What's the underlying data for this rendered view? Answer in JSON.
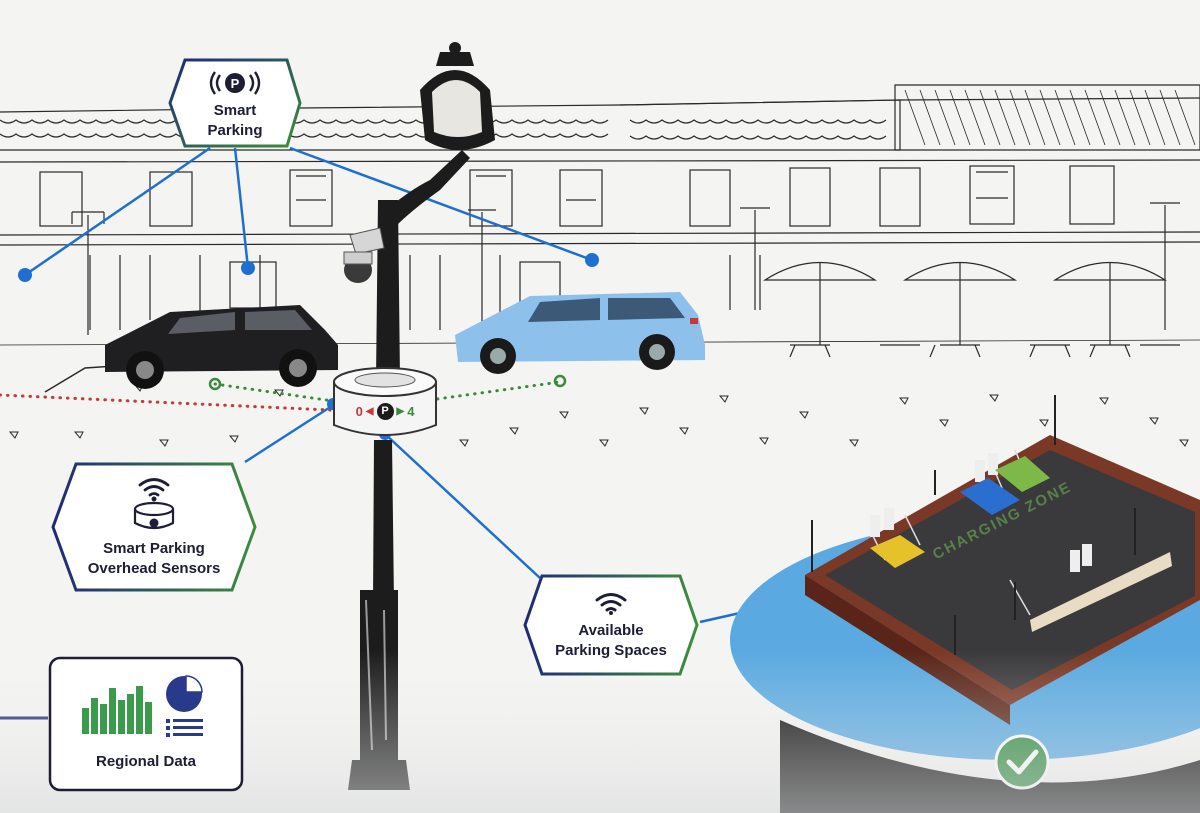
{
  "callouts": {
    "smart_parking": {
      "line1": "Smart",
      "line2": "Parking"
    },
    "overhead_sensors": {
      "line1": "Smart Parking",
      "line2": "Overhead Sensors"
    },
    "available_spaces": {
      "line1": "Available",
      "line2": "Parking Spaces"
    },
    "regional_data": {
      "label": "Regional Data"
    }
  },
  "sensor_counter": {
    "left": "0",
    "symbol": "P",
    "right": "4"
  },
  "parking_lot": {
    "zone_label": "CHARGING ZONE"
  },
  "colors": {
    "connector_blue": "#1e6fd0",
    "frame_navy": "#1f2a78",
    "frame_green": "#3c8f3c",
    "bar_green": "#3b9a4b",
    "pie_navy": "#2a3a8a",
    "car_dark": "#1f1f22",
    "car_light": "#8ec0ec",
    "lot_water": "#5aa9e0",
    "lot_asphalt": "#3a3a3d",
    "lot_border": "#7a3826",
    "check_green": "#2f8a3e",
    "dot_red": "#c73838",
    "dot_green": "#3b8a3b"
  },
  "icons": {
    "smart_parking": "signal-parking-icon",
    "overhead_sensor": "wifi-sensor-icon",
    "available_spaces": "wifi-icon",
    "regional_data": "bar-pie-chart-icon",
    "confirmation": "checkmark-icon"
  }
}
